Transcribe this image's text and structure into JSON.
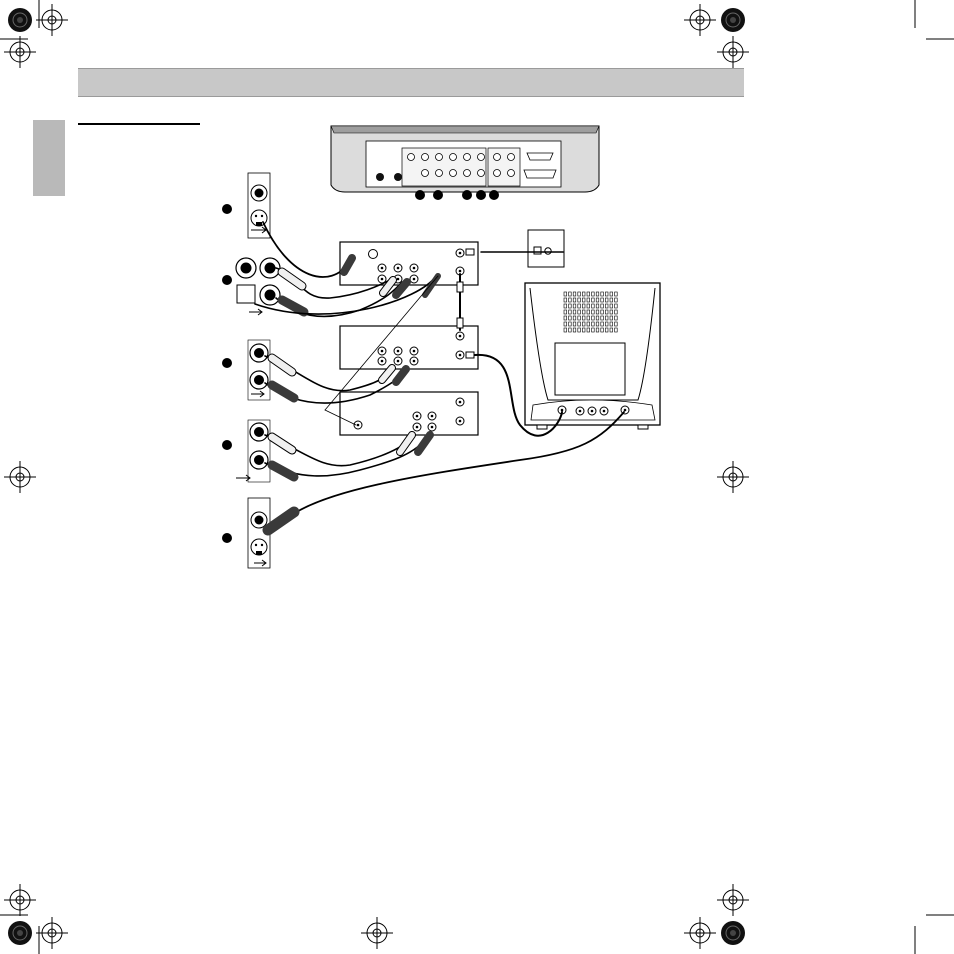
{
  "page": {
    "background": "#ffffff",
    "header_bar_color": "#c8c8c8",
    "side_tab_color": "#b9b9b9"
  },
  "diagram": {
    "type": "wiring-diagram",
    "components": [
      "media-center-rear-panel",
      "vcr-1",
      "vcr-2",
      "cable-box",
      "antenna-wall-plate",
      "television"
    ],
    "connection_groups": 5,
    "cable_colors": {
      "light": "#f0f0f0",
      "dark": "#3a3a3a"
    }
  }
}
